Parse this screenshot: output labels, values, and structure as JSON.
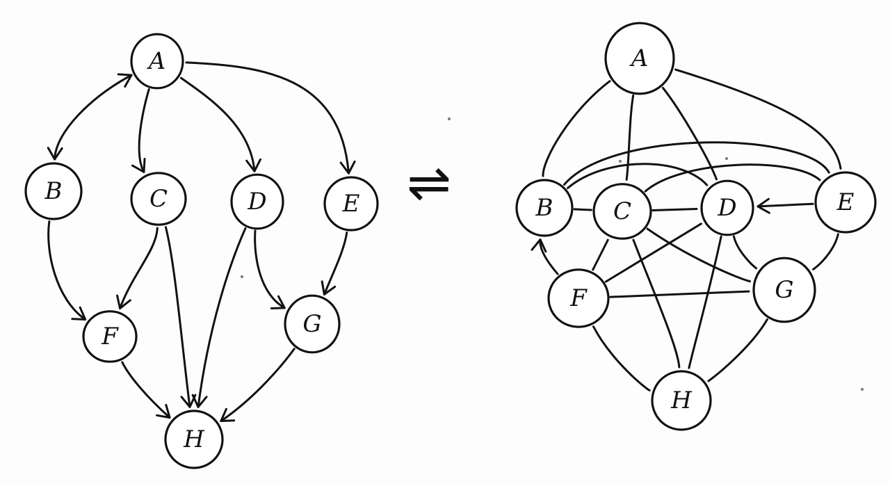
{
  "left_graph": {
    "nodes": [
      {
        "id": "A",
        "label": "A"
      },
      {
        "id": "B",
        "label": "B"
      },
      {
        "id": "C",
        "label": "C"
      },
      {
        "id": "D",
        "label": "D"
      },
      {
        "id": "E",
        "label": "E"
      },
      {
        "id": "F",
        "label": "F"
      },
      {
        "id": "G",
        "label": "G"
      },
      {
        "id": "H",
        "label": "H"
      }
    ],
    "edges": [
      {
        "from": "A",
        "to": "B",
        "directed": true
      },
      {
        "from": "B",
        "to": "A",
        "directed": true
      },
      {
        "from": "A",
        "to": "C",
        "directed": true
      },
      {
        "from": "A",
        "to": "D",
        "directed": true
      },
      {
        "from": "A",
        "to": "E",
        "directed": true
      },
      {
        "from": "B",
        "to": "F",
        "directed": true
      },
      {
        "from": "C",
        "to": "F",
        "directed": true
      },
      {
        "from": "C",
        "to": "H",
        "directed": true
      },
      {
        "from": "D",
        "to": "H",
        "directed": true
      },
      {
        "from": "D",
        "to": "G",
        "directed": true
      },
      {
        "from": "E",
        "to": "G",
        "directed": true
      },
      {
        "from": "F",
        "to": "H",
        "directed": true
      },
      {
        "from": "G",
        "to": "H",
        "directed": true
      }
    ]
  },
  "equivalence_symbol": "⇌",
  "right_graph": {
    "nodes": [
      {
        "id": "A",
        "label": "A"
      },
      {
        "id": "B",
        "label": "B"
      },
      {
        "id": "C",
        "label": "C"
      },
      {
        "id": "D",
        "label": "D"
      },
      {
        "id": "E",
        "label": "E"
      },
      {
        "id": "F",
        "label": "F"
      },
      {
        "id": "G",
        "label": "G"
      },
      {
        "id": "H",
        "label": "H"
      }
    ],
    "edges": [
      {
        "from": "A",
        "to": "B",
        "directed": false
      },
      {
        "from": "A",
        "to": "C",
        "directed": false
      },
      {
        "from": "A",
        "to": "D",
        "directed": false
      },
      {
        "from": "A",
        "to": "E",
        "directed": false
      },
      {
        "from": "B",
        "to": "E",
        "directed": false
      },
      {
        "from": "B",
        "to": "D",
        "directed": false
      },
      {
        "from": "B",
        "to": "C",
        "directed": false
      },
      {
        "from": "C",
        "to": "D",
        "directed": false
      },
      {
        "from": "C",
        "to": "E",
        "directed": false
      },
      {
        "from": "E",
        "to": "D",
        "directed": true
      },
      {
        "from": "F",
        "to": "B",
        "directed": true
      },
      {
        "from": "F",
        "to": "C",
        "directed": false
      },
      {
        "from": "F",
        "to": "D",
        "directed": false
      },
      {
        "from": "F",
        "to": "G",
        "directed": false
      },
      {
        "from": "F",
        "to": "H",
        "directed": false
      },
      {
        "from": "C",
        "to": "G",
        "directed": false
      },
      {
        "from": "C",
        "to": "H",
        "directed": false
      },
      {
        "from": "D",
        "to": "G",
        "directed": false
      },
      {
        "from": "D",
        "to": "H",
        "directed": false
      },
      {
        "from": "E",
        "to": "G",
        "directed": false
      },
      {
        "from": "G",
        "to": "H",
        "directed": false
      }
    ]
  },
  "colors": {
    "ink": "#111111",
    "paper": "#fdfdfd"
  }
}
